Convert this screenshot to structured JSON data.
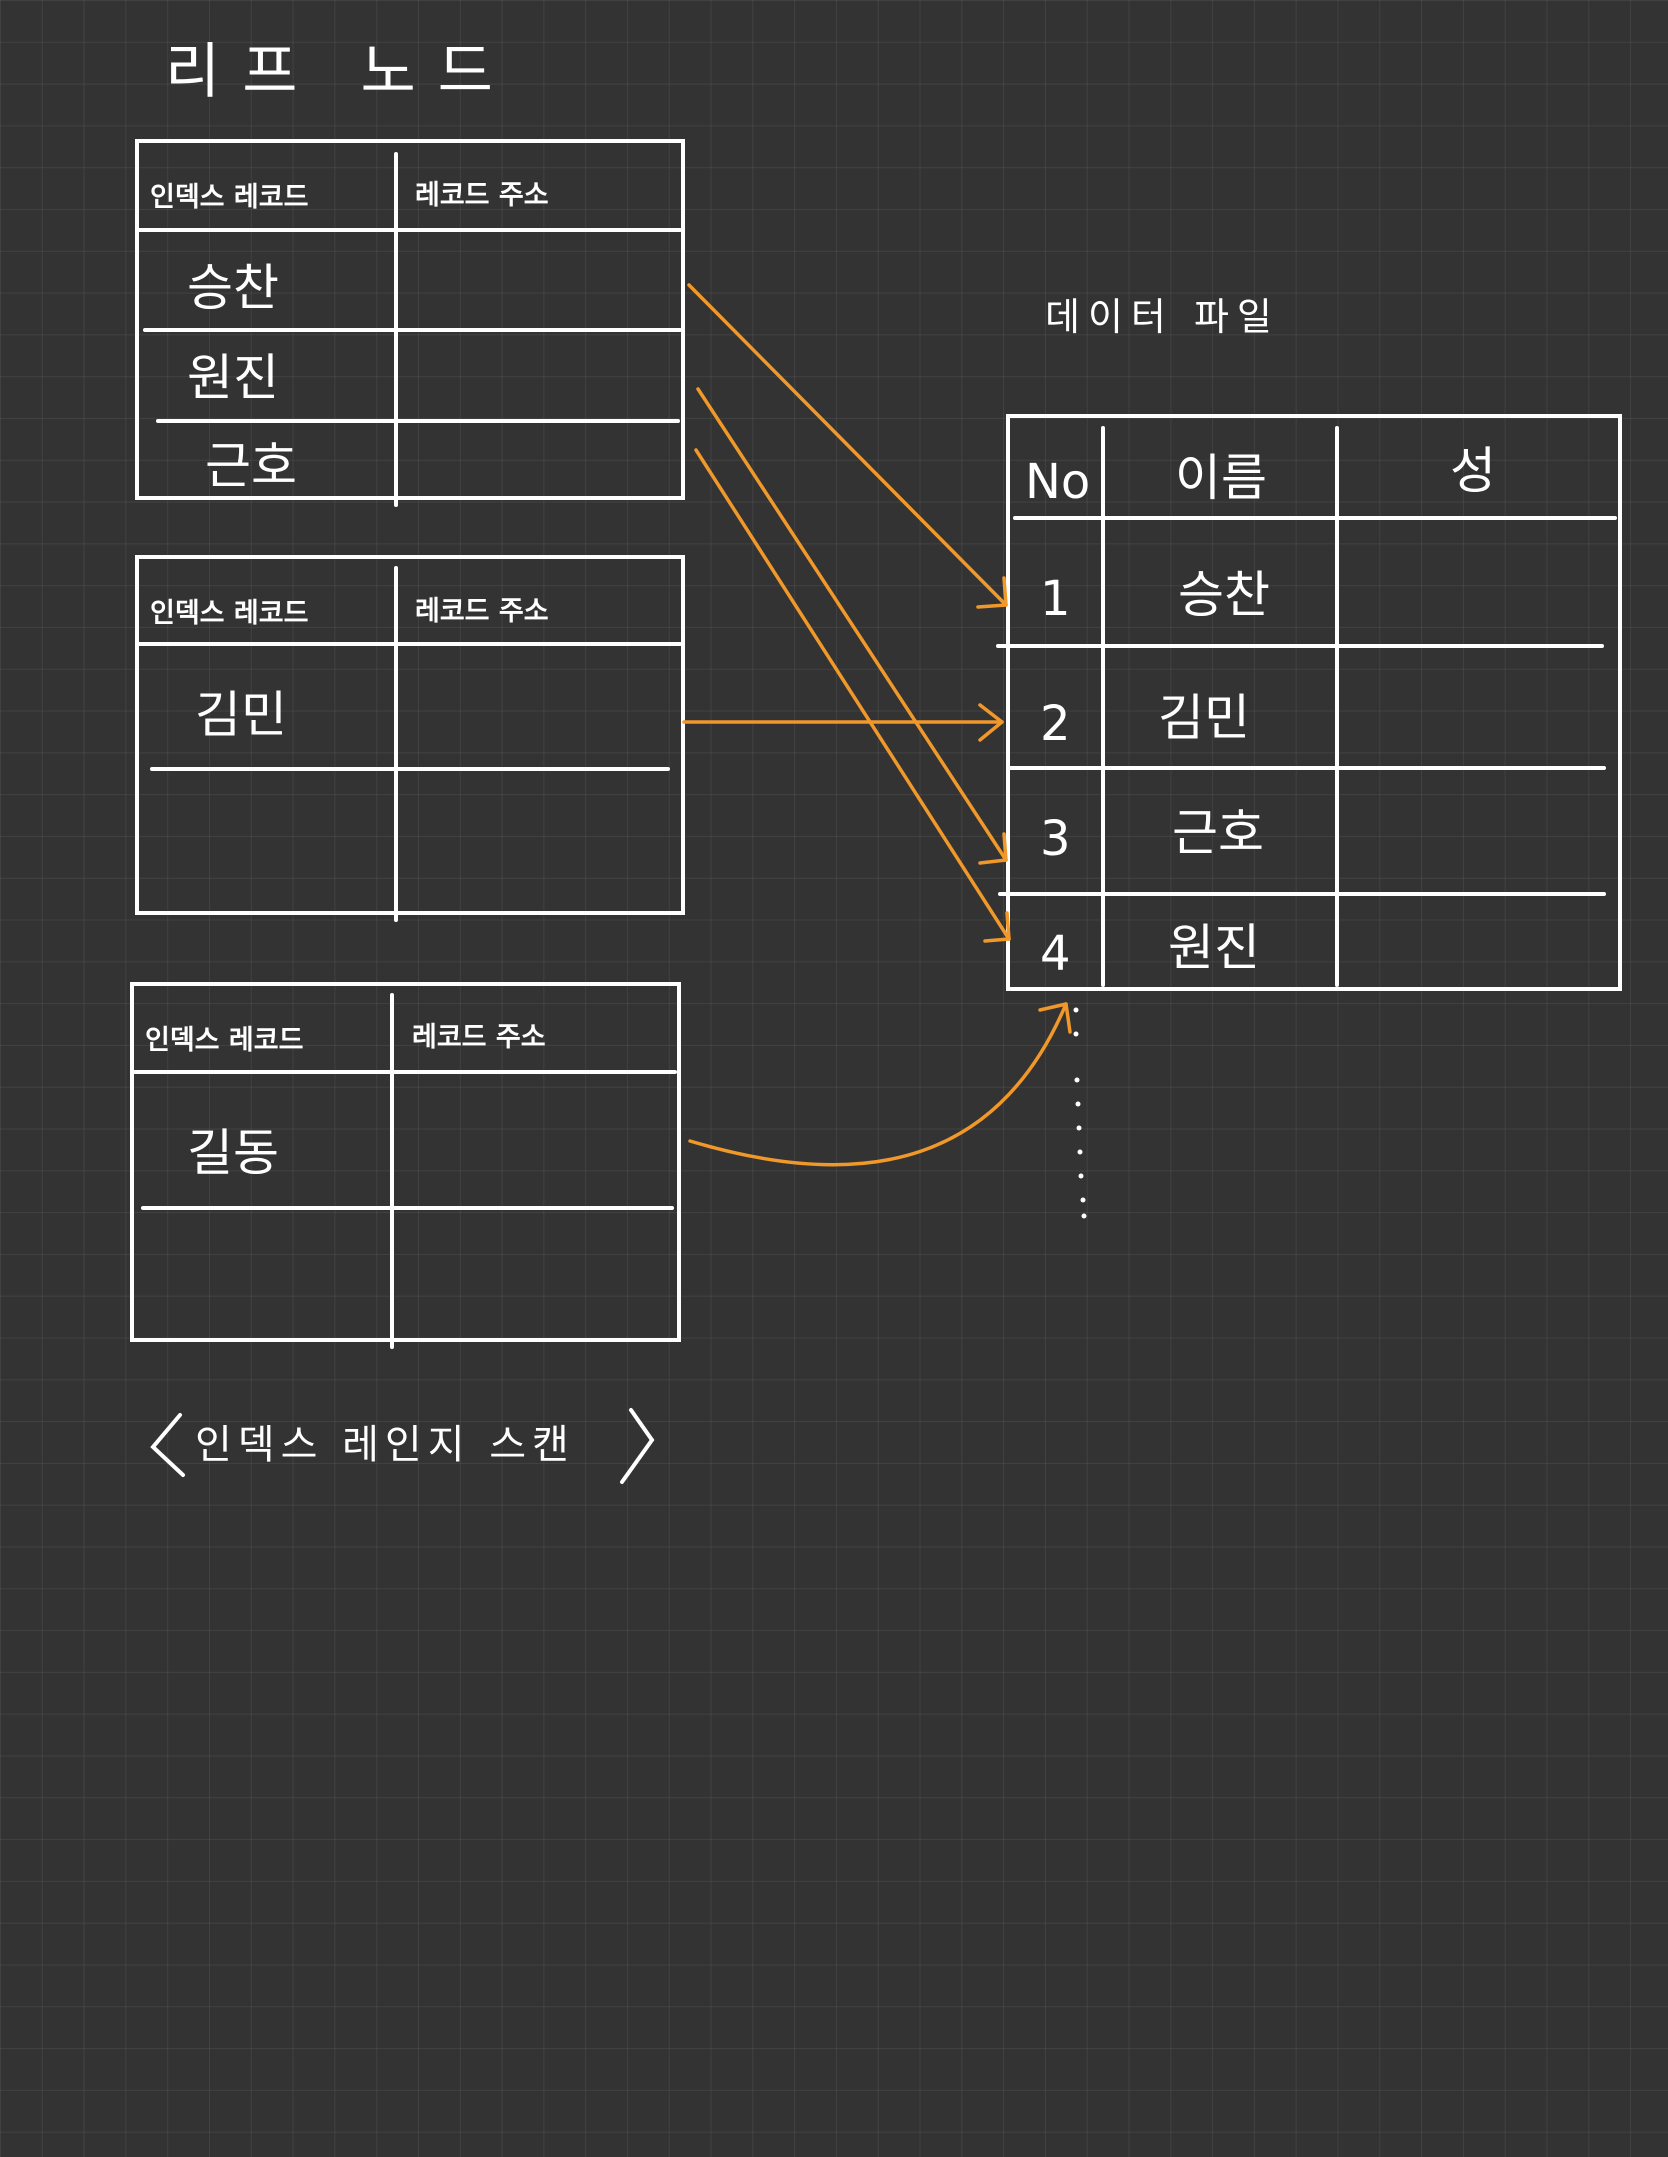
{
  "title": "리프 노드",
  "index_header": {
    "col1": "인덱스 레코드",
    "col2": "레코드 주소"
  },
  "index_tables": [
    {
      "rows": [
        "승찬",
        "원진",
        "근호"
      ]
    },
    {
      "rows": [
        "김민",
        ""
      ]
    },
    {
      "rows": [
        "길동",
        ""
      ]
    }
  ],
  "data_file": {
    "title": "데이터 파일",
    "columns": [
      "No",
      "이름",
      "성"
    ],
    "rows": [
      {
        "no": "1",
        "name": "승찬"
      },
      {
        "no": "2",
        "name": "김민"
      },
      {
        "no": "3",
        "name": "근호"
      },
      {
        "no": "4",
        "name": "원진"
      }
    ]
  },
  "caption": "〈 인덱스 레인지 스캔 〉",
  "colors": {
    "background": "#333333",
    "ink": "#ffffff",
    "arrow": "#f0982a"
  }
}
